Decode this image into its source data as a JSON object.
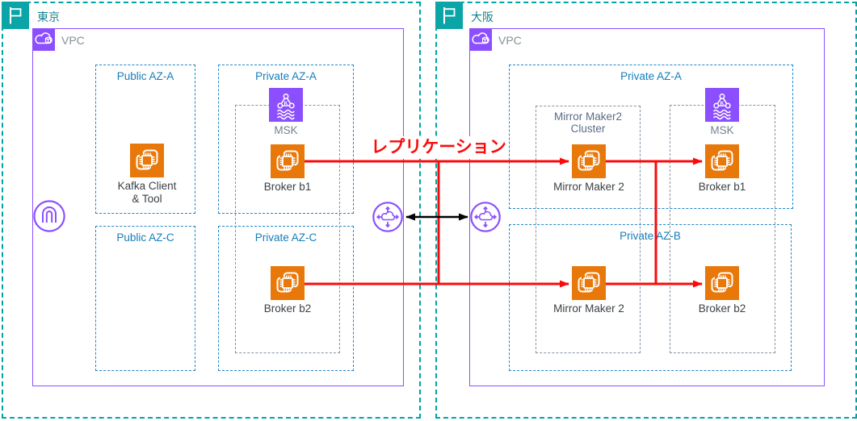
{
  "connections": {
    "replication_label": "レプリケーション",
    "replication_color": "#FA0A0A",
    "inter_region_link": "bidirectional-black-arrow"
  },
  "colors": {
    "region_border": "#00A4A6",
    "vpc_border": "#8C4FFF",
    "az_border": "#147EBA",
    "group_border": "#8494A5",
    "compute_icon": "#E8780A",
    "msk_icon": "#8C4FFF",
    "replication_red": "#FA0A0A",
    "node_label": "#3B4146",
    "vpc_label_gray": "#879196"
  },
  "icons": {
    "region": "flag-icon",
    "vpc": "vpc-cloud-icon",
    "internet_gateway": "internet-gateway-icon",
    "transit_gateway": "transit-gateway-icon",
    "msk": "msk-kafka-icon",
    "compute": "compute-chip-icon"
  },
  "tokyo": {
    "region_label": "東京",
    "vpc_label": "VPC",
    "az_public_a": "Public AZ-A",
    "az_public_c": "Public AZ-C",
    "az_private_a": "Private AZ-A",
    "az_private_c": "Private AZ-C",
    "msk_label": "MSK",
    "kafka_client": {
      "line1": "Kafka Client",
      "line2": "& Tool"
    },
    "broker_b1": "Broker b1",
    "broker_b2": "Broker b2"
  },
  "osaka": {
    "region_label": "大阪",
    "vpc_label": "VPC",
    "az_private_a": "Private AZ-A",
    "az_private_b": "Private AZ-B",
    "mm2_cluster": {
      "line1": "Mirror Maker2",
      "line2": "Cluster"
    },
    "msk_label": "MSK",
    "mirror_maker_top": "Mirror Maker 2",
    "mirror_maker_bottom": "Mirror Maker 2",
    "broker_b1": "Broker b1",
    "broker_b2": "Broker b2"
  }
}
